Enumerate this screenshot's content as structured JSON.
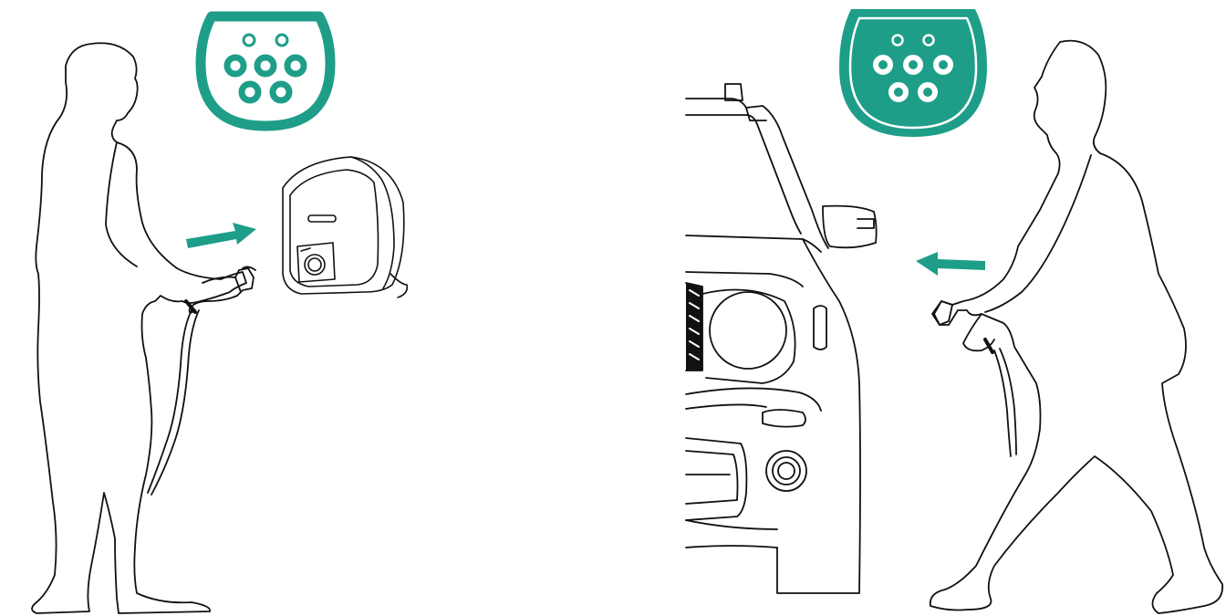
{
  "scene": {
    "left_panel": {
      "connector_icon": "type2-connector-icon",
      "arrow_direction": "right",
      "device": "wall-charger"
    },
    "right_panel": {
      "connector_icon": "type2-connector-icon",
      "arrow_direction": "left",
      "device": "car-charging-port"
    }
  },
  "colors": {
    "accent": "#1e9e88",
    "line": "#111111",
    "background": "#ffffff"
  }
}
